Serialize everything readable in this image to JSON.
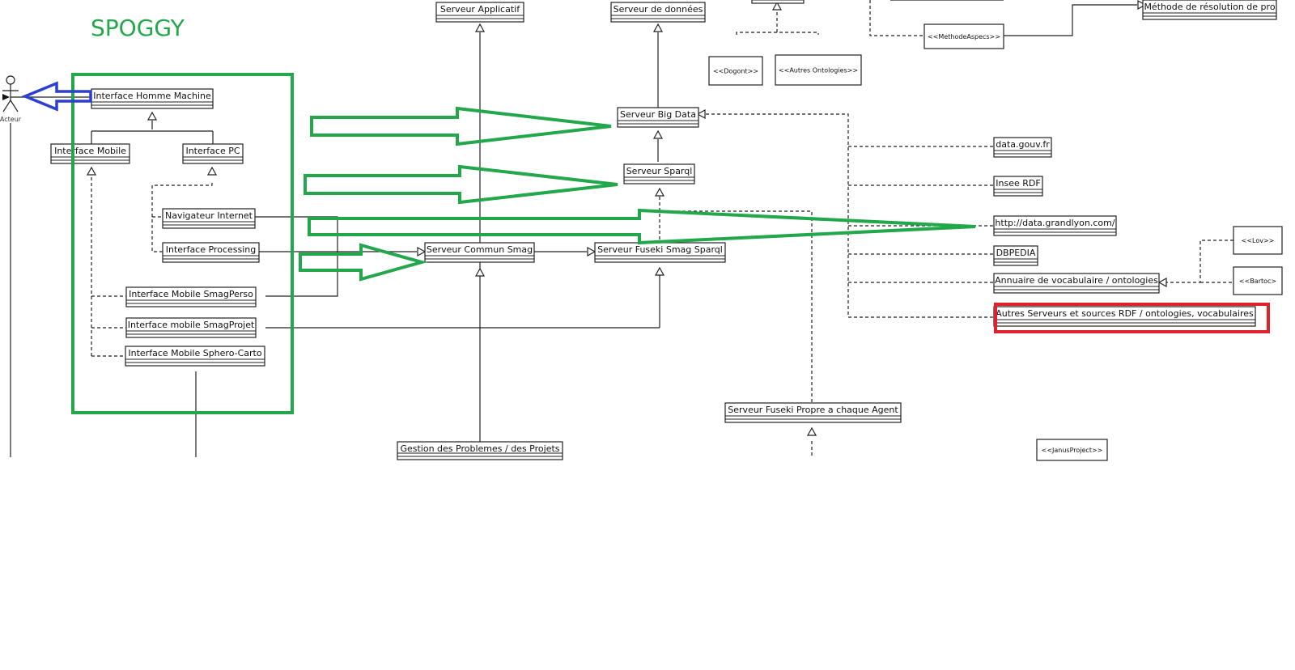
{
  "title": "SPOGGY",
  "actor": {
    "label": "Acteur"
  },
  "classes": {
    "serveur_applicatif": "Serveur Applicatif",
    "serveur_donnees": "Serveur de données",
    "methode_resolution": "Méthode de résolution de pro",
    "methode_aspects": "<<MethodeAspecs>>",
    "dogont": "<<Dogont>>",
    "autres_ontologies": "<<Autres Ontologies>>",
    "ihm": "Interface Homme Machine",
    "interface_mobile": "Interface Mobile",
    "interface_pc": "Interface PC",
    "navigateur": "Navigateur Internet",
    "interface_processing": "Interface Processing",
    "mobile_smagperso": "Interface Mobile SmagPerso",
    "mobile_smagprojet": "Interface mobile SmagProjet",
    "mobile_sphero": "Interface Mobile Sphero-Carto",
    "big_data": "Serveur Big Data",
    "sparql": "Serveur Sparql",
    "commun_smag": "Serveur Commun Smag",
    "fuseki_smag": "Serveur Fuseki Smag Sparql",
    "gestion": "Gestion des Problemes / des Projets",
    "fuseki_agent": "Serveur Fuseki Propre a chaque Agent",
    "data_gouv": "data.gouv.fr",
    "insee": "Insee RDF",
    "grandlyon": "http://data.grandlyon.com/",
    "dbpedia": "DBPEDIA",
    "annuaire": "Annuaire de vocabulaire / ontologies",
    "autres_serveurs": "Autres Serveurs et sources RDF / ontologies, vocabulaires",
    "lov": "<<Lov>>",
    "bartoc": "<<Bartoc>",
    "janus": "<<JanusProject>>"
  },
  "colors": {
    "highlight_green": "#22a84a",
    "highlight_blue": "#2b3fd1",
    "highlight_red": "#e0232b",
    "uml_line": "#222222"
  }
}
